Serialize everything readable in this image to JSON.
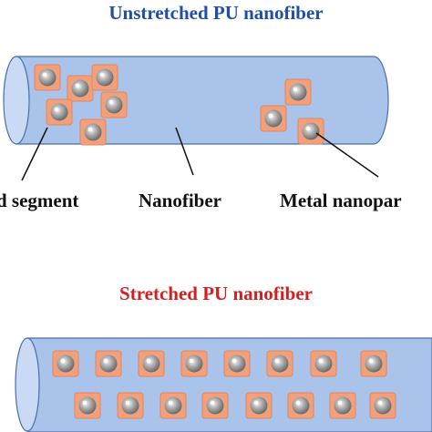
{
  "title_unstretched": "Unstretched PU nanofiber",
  "title_stretched": "Stretched PU nanofiber",
  "labels": {
    "hard_segment": "d segment",
    "nanofiber": "Nanofiber",
    "metal_nanoparticle": "Metal nanopar"
  },
  "colors": {
    "title_unstretched": "#1f4fa8",
    "title_stretched": "#d22020",
    "fiber_fill": "#a9c3ea",
    "fiber_stroke": "#4a6fa8",
    "fiber_end": "#c9dbf4",
    "segment_fill": "#f2a07b",
    "segment_stroke": "#e3865c",
    "particle_fill": "#9a9a9a"
  }
}
